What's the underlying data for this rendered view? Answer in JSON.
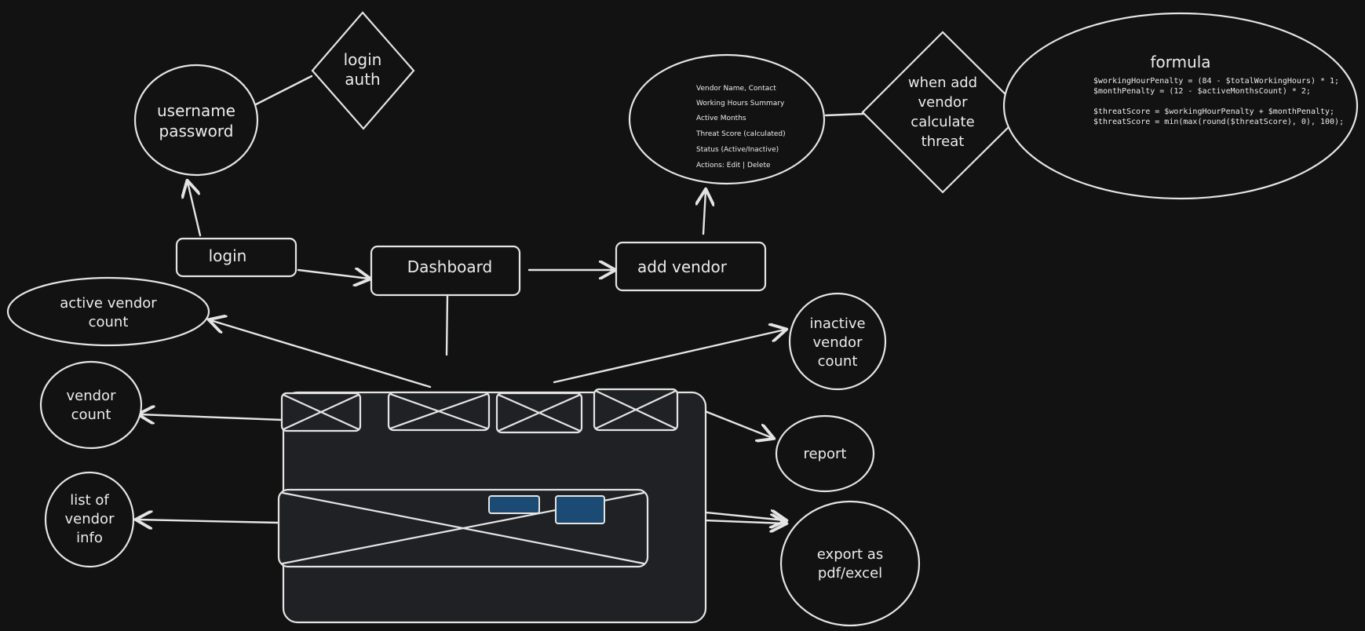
{
  "nodes": {
    "username_password": {
      "lines": [
        "username",
        "password"
      ]
    },
    "login_auth": {
      "lines": [
        "login",
        "auth"
      ]
    },
    "login": {
      "label": "login"
    },
    "dashboard": {
      "label": "Dashboard"
    },
    "add_vendor": {
      "label": "add vendor"
    },
    "vendor_fields": {
      "lines": [
        "Vendor Name, Contact",
        "Working Hours Summary",
        "Active Months",
        "Threat Score (calculated)",
        "Status (Active/Inactive)",
        "Actions: Edit | Delete"
      ]
    },
    "calculate_threat": {
      "lines": [
        "when add",
        "vendor",
        "calculate",
        "threat"
      ]
    },
    "formula": {
      "title": "formula",
      "lines": [
        "$workingHourPenalty = (84 - $totalWorkingHours) * 1;",
        "$monthPenalty = (12 - $activeMonthsCount) * 2;",
        "",
        "$threatScore = $workingHourPenalty + $monthPenalty;",
        "$threatScore = min(max(round($threatScore), 0), 100);"
      ]
    },
    "active_vendor_count": {
      "lines": [
        "active vendor",
        "count"
      ]
    },
    "inactive_vendor_count": {
      "lines": [
        "inactive",
        "vendor",
        "count"
      ]
    },
    "vendor_count": {
      "lines": [
        "vendor",
        "count"
      ]
    },
    "report": {
      "label": "report"
    },
    "list_vendor_info": {
      "lines": [
        "list of",
        "vendor",
        "info"
      ]
    },
    "export": {
      "lines": [
        "export as",
        "pdf/excel"
      ]
    }
  },
  "colors": {
    "background": "#121212",
    "stroke": "#e4e4e4",
    "panel": "#202124",
    "button_blue": "#1b4a73"
  }
}
